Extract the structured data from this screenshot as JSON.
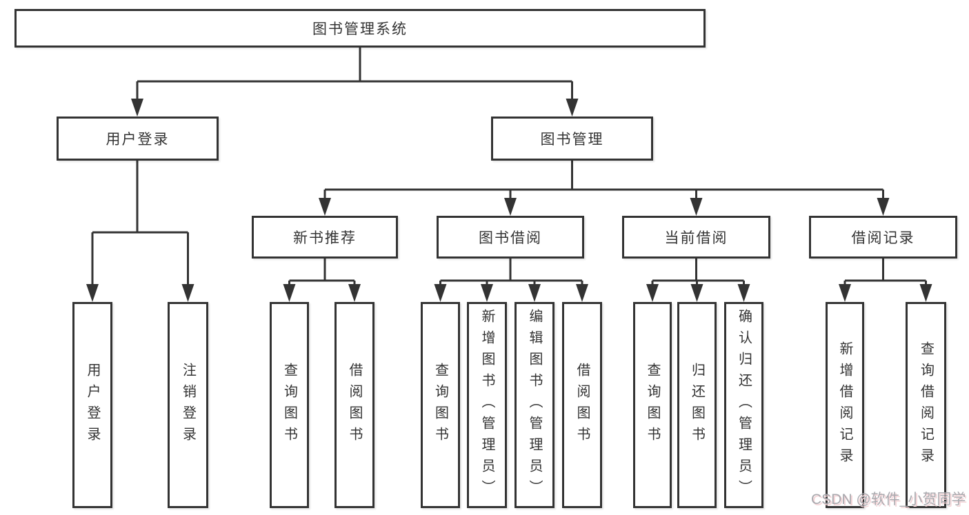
{
  "diagram": {
    "root": {
      "label": "图书管理系统"
    },
    "level2": [
      {
        "label": "用户登录"
      },
      {
        "label": "图书管理"
      }
    ],
    "level3": [
      {
        "label": "新书推荐"
      },
      {
        "label": "图书借阅"
      },
      {
        "label": "当前借阅"
      },
      {
        "label": "借阅记录"
      }
    ],
    "leaves": {
      "user_login": [
        {
          "label": "用户登录"
        },
        {
          "label": "注销登录"
        }
      ],
      "new_books": [
        {
          "label": "查询图书"
        },
        {
          "label": "借阅图书"
        }
      ],
      "book_borrow": [
        {
          "label": "查询图书"
        },
        {
          "label": "新增图书（管理员）"
        },
        {
          "label": "编辑图书（管理员）"
        },
        {
          "label": "借阅图书"
        }
      ],
      "current_borrow": [
        {
          "label": "查询图书"
        },
        {
          "label": "归还图书"
        },
        {
          "label": "确认归还（管理员）"
        }
      ],
      "borrow_records": [
        {
          "label": "新增借阅记录"
        },
        {
          "label": "查询借阅记录"
        }
      ]
    }
  },
  "watermark": {
    "text": "CSDN @软件_小贺同学"
  },
  "colors": {
    "line": "#333333",
    "text": "#333333",
    "box_background": "#ffffff",
    "watermark_text": "#a9a9ae"
  }
}
